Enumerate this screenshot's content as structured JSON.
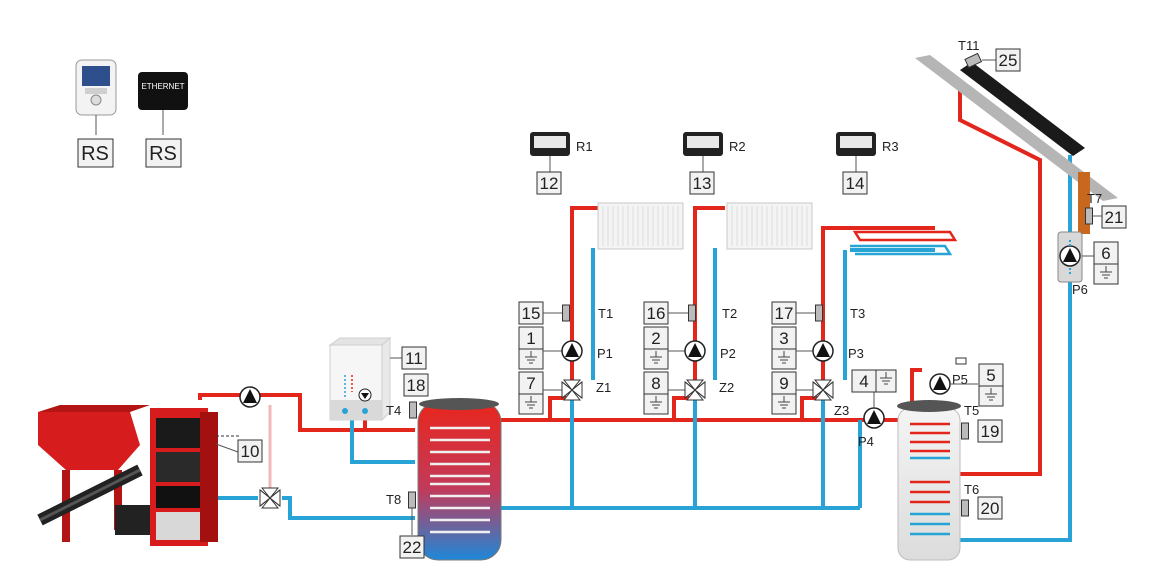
{
  "devices": {
    "rs_left": "RS",
    "rs_right": "RS",
    "ethernet": "ETHERNET"
  },
  "room_controllers": [
    {
      "label": "R1",
      "num": "12"
    },
    {
      "label": "R2",
      "num": "13"
    },
    {
      "label": "R3",
      "num": "14"
    }
  ],
  "circuits": [
    {
      "sensor": "T1",
      "sensor_num": "15",
      "pump": "P1",
      "pump_num": "1",
      "valve": "Z1",
      "valve_num": "7"
    },
    {
      "sensor": "T2",
      "sensor_num": "16",
      "pump": "P2",
      "pump_num": "2",
      "valve": "Z2",
      "valve_num": "8"
    },
    {
      "sensor": "T3",
      "sensor_num": "17",
      "pump": "P3",
      "pump_num": "3",
      "valve": "Z3",
      "valve_num": "9"
    }
  ],
  "buffer": {
    "t4": "T4",
    "t4_num": "18",
    "t8": "T8",
    "t8_num": "22",
    "module_num": "11"
  },
  "boiler": {
    "num": "10"
  },
  "dhw": {
    "p4": "P4",
    "p4_num": "4",
    "p5": "P5",
    "p5_num": "5",
    "t5": "T5",
    "t5_num": "19",
    "t6": "T6",
    "t6_num": "20"
  },
  "solar": {
    "t11": "T11",
    "t11_num": "25",
    "t7": "T7",
    "t7_num": "21",
    "p6": "P6",
    "p6_num": "6"
  },
  "colors": {
    "hot": "#e2261c",
    "cold": "#27a3d6",
    "boiler": "#d61c1c"
  }
}
